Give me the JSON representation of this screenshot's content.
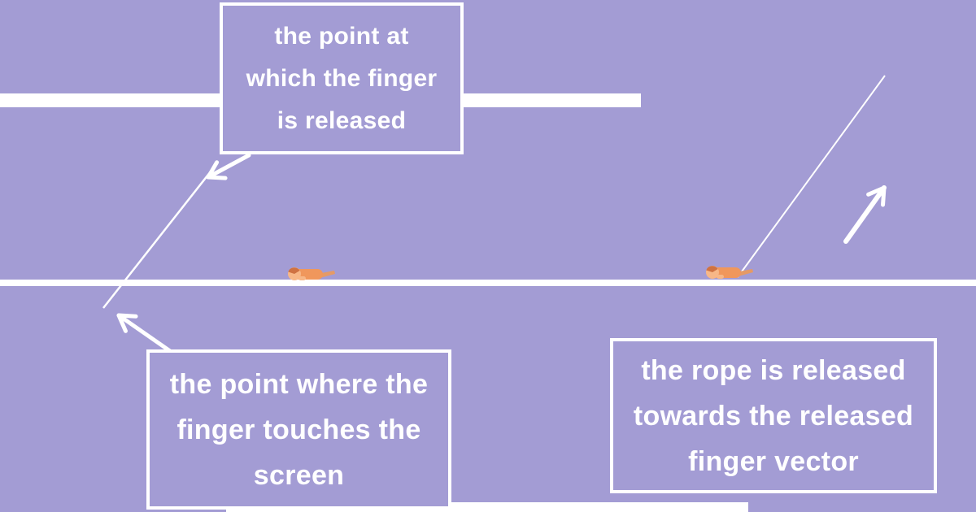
{
  "colors": {
    "background": "#a39cd4",
    "foreground": "#ffffff",
    "character_body": "#f0975c",
    "character_skin": "#f7b787",
    "character_hair": "#cf7242",
    "character_legs": "#e59a66"
  },
  "annotations": {
    "release_point": {
      "lines": [
        "the point at",
        "which the finger",
        "is released"
      ]
    },
    "touch_point": {
      "lines": [
        "the point where the",
        "finger touches the",
        "screen"
      ]
    },
    "rope_vector": {
      "lines": [
        "the rope is released",
        "towards the released",
        "finger vector"
      ]
    }
  }
}
